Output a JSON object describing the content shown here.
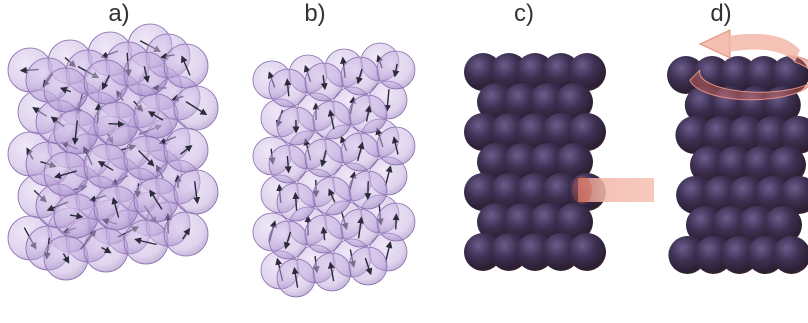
{
  "panels": [
    {
      "id": "a",
      "label": "a)"
    },
    {
      "id": "b",
      "label": "b)"
    },
    {
      "id": "c",
      "label": "c)"
    },
    {
      "id": "d",
      "label": "d)"
    }
  ],
  "colors": {
    "translucent_sphere_fill": "#b9a0d9",
    "translucent_sphere_stroke": "#8a6fb0",
    "arrow": "#2b2b3a",
    "solid_sphere_light": "#5a4a7a",
    "solid_sphere_dark": "#2a1f33",
    "solid_sphere_rim": "#7a2b2b",
    "force_arrow": "#f2b3a6",
    "force_arrow_edge": "#e09080"
  }
}
